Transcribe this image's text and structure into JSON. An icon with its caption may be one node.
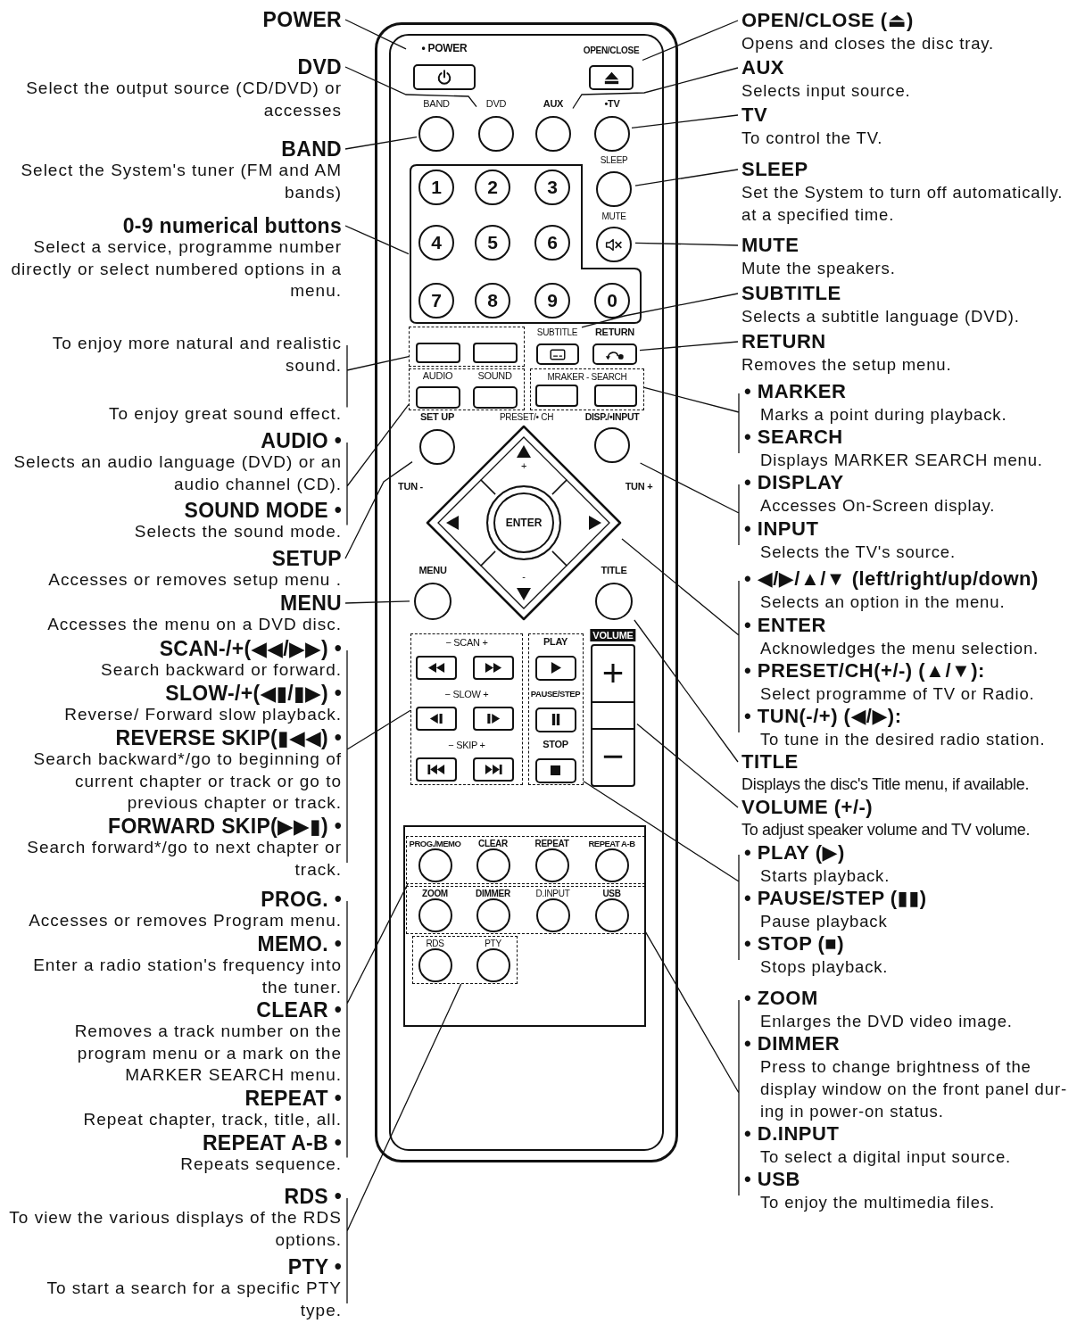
{
  "diagram": {
    "nodes": [
      {
        "text": [
          "POWER"
        ]
      },
      {
        "text": [
          "DVD",
          "Select the output source (CD/DVD) or accesses"
        ]
      },
      {
        "text": [
          "BAND",
          "Select the System's tuner (FM and AM bands)"
        ]
      },
      {
        "text": [
          "0-9 numerical buttons",
          "Select a service, programme number directly or select numbered options in a menu."
        ]
      },
      {
        "text": [
          "To enjoy more natural and realistic sound."
        ]
      },
      {
        "text": [
          "To enjoy great sound effect."
        ]
      },
      {
        "text": [
          "AUDIO •",
          "Selects an audio language (DVD) or an audio channel (CD)."
        ]
      },
      {
        "text": [
          "SOUND MODE •",
          "Selects the sound mode."
        ]
      },
      {
        "text": [
          "SETUP",
          "Accesses or removes setup menu ."
        ]
      },
      {
        "text": [
          "MENU",
          "Accesses the menu on a DVD disc."
        ]
      },
      {
        "text": [
          "SCAN-/+(◀◀/▶▶) •",
          "Search backward or forward."
        ]
      },
      {
        "text": [
          "SLOW-/+(◀▮/▮▶) •",
          "Reverse/ Forward slow playback."
        ]
      },
      {
        "text": [
          "REVERSE SKIP(▮◀◀) •",
          "Search backward*/go to beginning of current chapter or track or go to previous chapter or track."
        ]
      },
      {
        "text": [
          "FORWARD SKIP(▶▶▮) •",
          "Search forward*/go to next chapter or track."
        ]
      },
      {
        "text": [
          "PROG. •",
          "Accesses or removes Program menu."
        ]
      },
      {
        "text": [
          "MEMO. •",
          "Enter a radio station's frequency into the tuner."
        ]
      },
      {
        "text": [
          "CLEAR •",
          "Removes a track number on the program menu or a mark on the MARKER SEARCH menu."
        ]
      },
      {
        "text": [
          "REPEAT •",
          "Repeat chapter, track, title, all."
        ]
      },
      {
        "text": [
          "REPEAT A-B •",
          "Repeats sequence."
        ]
      },
      {
        "text": [
          "RDS •",
          "To view the various displays of the RDS options."
        ]
      },
      {
        "text": [
          "PTY •",
          "To start a search for a specific PTY type."
        ]
      },
      {
        "text": [],
        "shape": "box"
      },
      {
        "text": [
          "• POWER"
        ],
        "in": 21
      },
      {
        "text": [
          "OPEN/CLOSE"
        ],
        "in": 21
      },
      {
        "text": [
          "BAND"
        ],
        "in": 21
      },
      {
        "text": [
          "DVD"
        ],
        "in": 21
      },
      {
        "text": [
          "AUX"
        ],
        "in": 21
      },
      {
        "text": [
          "•TV"
        ],
        "in": 21
      },
      {
        "text": [],
        "shape": "box",
        "in": 21
      },
      {
        "text": [
          "1"
        ],
        "in": 28
      },
      {
        "text": [
          "2"
        ],
        "in": 28
      },
      {
        "text": [
          "3"
        ],
        "in": 28
      },
      {
        "text": [
          "4"
        ],
        "in": 28
      },
      {
        "text": [
          "5"
        ],
        "in": 28
      },
      {
        "text": [
          "6"
        ],
        "in": 28
      },
      {
        "text": [
          "7"
        ],
        "in": 28
      },
      {
        "text": [
          "8"
        ],
        "in": 28
      },
      {
        "text": [
          "9"
        ],
        "in": 28
      },
      {
        "text": [
          "0"
        ],
        "in": 28
      },
      {
        "text": [
          "SLEEP"
        ],
        "in": 21
      },
      {
        "text": [
          "MUTE"
        ],
        "in": 21
      },
      {
        "text": [],
        "shape": "box",
        "in": 21
      },
      {
        "text": [],
        "shape": "box",
        "in": 41
      },
      {
        "text": [],
        "shape": "box",
        "in": 41
      },
      {
        "text": [
          "SUBTITLE"
        ],
        "in": 21
      },
      {
        "text": [
          "RETURN"
        ],
        "in": 21
      },
      {
        "text": [],
        "shape": "box",
        "in": 21
      },
      {
        "text": [
          "AUDIO"
        ],
        "in": 46
      },
      {
        "text": [
          "SOUND"
        ],
        "in": 46
      },
      {
        "text": [
          "MRAKER - SEARCH"
        ],
        "in": 21
      },
      {
        "text": [],
        "shape": "box",
        "in": 49
      },
      {
        "text": [],
        "shape": "box",
        "in": 49
      },
      {
        "text": [
          "SET UP"
        ],
        "in": 21
      },
      {
        "text": [
          "DISP./•INPUT"
        ],
        "in": 21
      },
      {
        "text": [
          "+",
          "-"
        ],
        "in": 21
      },
      {
        "text": [
          "ENTER"
        ],
        "in": 54
      },
      {
        "text": [
          "MENU"
        ],
        "in": 21
      },
      {
        "text": [
          "TITLE"
        ],
        "in": 21
      },
      {
        "text": [
          "− SCAN +",
          "− SLOW +",
          "− SKIP +"
        ],
        "in": 21
      },
      {
        "text": [],
        "shape": "box",
        "in": 58
      },
      {
        "text": [],
        "shape": "box",
        "in": 58
      },
      {
        "text": [],
        "shape": "box",
        "in": 58
      },
      {
        "text": [],
        "shape": "box",
        "in": 58
      },
      {
        "text": [],
        "shape": "box",
        "in": 58
      },
      {
        "text": [],
        "shape": "box",
        "in": 58
      },
      {
        "text": [],
        "shape": "box",
        "in": 21
      },
      {
        "text": [
          "PLAY"
        ],
        "in": 65
      },
      {
        "text": [
          "PAUSE/STEP"
        ],
        "in": 65
      },
      {
        "text": [
          "STOP"
        ],
        "in": 65
      },
      {
        "text": [
          "VOLUME"
        ],
        "in": 21
      },
      {
        "text": [
          "+"
        ],
        "in": 69
      },
      {
        "text": [
          "−"
        ],
        "in": 69
      },
      {
        "text": [],
        "shape": "box",
        "in": 21
      },
      {
        "text": [],
        "shape": "box",
        "in": 72
      },
      {
        "text": [
          "PROG./MEMO"
        ],
        "in": 73
      },
      {
        "text": [
          "CLEAR"
        ],
        "in": 73
      },
      {
        "text": [
          "REPEAT"
        ],
        "in": 73
      },
      {
        "text": [
          "REPEAT A-B"
        ],
        "in": 73
      },
      {
        "text": [],
        "shape": "box",
        "in": 72
      },
      {
        "text": [
          "ZOOM"
        ],
        "in": 78
      },
      {
        "text": [
          "DIMMER"
        ],
        "in": 78
      },
      {
        "text": [
          "D.INPUT"
        ],
        "in": 78
      },
      {
        "text": [
          "USB"
        ],
        "in": 78
      },
      {
        "text": [],
        "shape": "box",
        "in": 72
      },
      {
        "text": [
          "RDS"
        ],
        "in": 83
      },
      {
        "text": [
          "PTY"
        ],
        "in": 83
      },
      {
        "text": [
          "OPEN/CLOSE (⏏)",
          "Opens and closes the disc tray."
        ]
      },
      {
        "text": [
          "AUX",
          "Selects input source."
        ]
      },
      {
        "text": [
          "TV",
          "To control the TV."
        ]
      },
      {
        "text": [
          "SLEEP",
          "Set the System to turn off automatically. at a specified time."
        ]
      },
      {
        "text": [
          "MUTE",
          "Mute the speakers."
        ]
      },
      {
        "text": [
          "SUBTITLE",
          "Selects a subtitle language (DVD)."
        ]
      },
      {
        "text": [
          "RETURN",
          "Removes the setup menu."
        ]
      },
      {
        "text": [
          "• MARKER",
          "Marks a point during playback."
        ]
      },
      {
        "text": [
          "• SEARCH",
          "Displays MARKER SEARCH menu."
        ]
      },
      {
        "text": [
          "• DISPLAY",
          "Accesses On-Screen display."
        ]
      },
      {
        "text": [
          "• INPUT",
          "Selects the TV's source."
        ]
      },
      {
        "text": [
          "• ◀/▶/▲/▼ (left/right/up/down)",
          "Selects an option in the menu."
        ]
      },
      {
        "text": [
          "• ENTER",
          "Acknowledges the menu selection."
        ]
      },
      {
        "text": [
          "• PRESET/CH(+/-) (▲/▼):",
          "Select programme of TV or Radio."
        ]
      },
      {
        "text": [
          "• TUN(-/+) (◀/▶):",
          "To tune in the desired radio station."
        ]
      },
      {
        "text": [
          "TITLE",
          "Displays the disc's Title menu, if available."
        ]
      },
      {
        "text": [
          "VOLUME (+/-)",
          "To adjust speaker volume and TV volume."
        ]
      },
      {
        "text": [
          "• PLAY (▶)",
          "Starts playback."
        ]
      },
      {
        "text": [
          "• PAUSE/STEP (▮▮)",
          "Pause playback"
        ]
      },
      {
        "text": [
          "• STOP (■)",
          "Stops playback."
        ]
      },
      {
        "text": [
          "• ZOOM",
          "Enlarges the DVD video image."
        ]
      },
      {
        "text": [
          "• DIMMER",
          "Press to change brightness of the display window on the front panel dur-ing in power-on status."
        ]
      },
      {
        "text": [
          "• D.INPUT",
          "To select a digital input source."
        ]
      },
      {
        "text": [
          "• USB",
          "To enjoy the multimedia files."
        ]
      }
    ],
    "edges": [
      {
        "from": 0,
        "to": 22,
        "arrow": "none"
      },
      {
        "from": 1,
        "to": 25,
        "arrow": "none"
      },
      {
        "from": 2,
        "to": 24,
        "arrow": "none"
      },
      {
        "from": 3,
        "to": 28,
        "arrow": "none"
      },
      {
        "from": 4,
        "to": 41,
        "arrow": "none"
      },
      {
        "from": 5,
        "to": 41,
        "arrow": "none"
      },
      {
        "from": 6,
        "to": 46,
        "arrow": "none"
      },
      {
        "from": 7,
        "to": 46,
        "arrow": "none"
      },
      {
        "from": 8,
        "to": 52,
        "arrow": "none"
      },
      {
        "from": 9,
        "to": 56,
        "arrow": "none"
      },
      {
        "from": 10,
        "to": 58,
        "arrow": "none"
      },
      {
        "from": 11,
        "to": 58,
        "arrow": "none"
      },
      {
        "from": 12,
        "to": 58,
        "arrow": "none"
      },
      {
        "from": 13,
        "to": 58,
        "arrow": "none"
      },
      {
        "from": 14,
        "to": 73,
        "arrow": "none"
      },
      {
        "from": 15,
        "to": 73,
        "arrow": "none"
      },
      {
        "from": 16,
        "to": 73,
        "arrow": "none"
      },
      {
        "from": 17,
        "to": 73,
        "arrow": "none"
      },
      {
        "from": 18,
        "to": 73,
        "arrow": "none"
      },
      {
        "from": 19,
        "to": 83,
        "arrow": "none"
      },
      {
        "from": 20,
        "to": 83,
        "arrow": "none"
      },
      {
        "from": 86,
        "to": 23,
        "arrow": "none"
      },
      {
        "from": 87,
        "to": 26,
        "arrow": "none"
      },
      {
        "from": 88,
        "to": 27,
        "arrow": "none"
      },
      {
        "from": 89,
        "to": 39,
        "arrow": "none"
      },
      {
        "from": 90,
        "to": 40,
        "arrow": "none"
      },
      {
        "from": 91,
        "to": 44,
        "arrow": "none"
      },
      {
        "from": 92,
        "to": 45,
        "arrow": "none"
      },
      {
        "from": 93,
        "to": 49,
        "arrow": "none"
      },
      {
        "from": 94,
        "to": 49,
        "arrow": "none"
      },
      {
        "from": 95,
        "to": 53,
        "arrow": "none"
      },
      {
        "from": 96,
        "to": 53,
        "arrow": "none"
      },
      {
        "from": 97,
        "to": 54,
        "arrow": "none"
      },
      {
        "from": 98,
        "to": 54,
        "arrow": "none"
      },
      {
        "from": 99,
        "to": 54,
        "arrow": "none"
      },
      {
        "from": 100,
        "to": 54,
        "arrow": "none"
      },
      {
        "from": 101,
        "to": 57,
        "arrow": "none"
      },
      {
        "from": 102,
        "to": 69,
        "arrow": "none"
      },
      {
        "from": 103,
        "to": 65,
        "arrow": "none"
      },
      {
        "from": 104,
        "to": 65,
        "arrow": "none"
      },
      {
        "from": 105,
        "to": 65,
        "arrow": "none"
      },
      {
        "from": 106,
        "to": 78,
        "arrow": "none"
      },
      {
        "from": 107,
        "to": 78,
        "arrow": "none"
      },
      {
        "from": 108,
        "to": 78,
        "arrow": "none"
      },
      {
        "from": 109,
        "to": 78,
        "arrow": "none"
      }
    ],
    "labels": [
      "PRESET/• CH",
      "TUN -",
      "TUN +"
    ]
  }
}
